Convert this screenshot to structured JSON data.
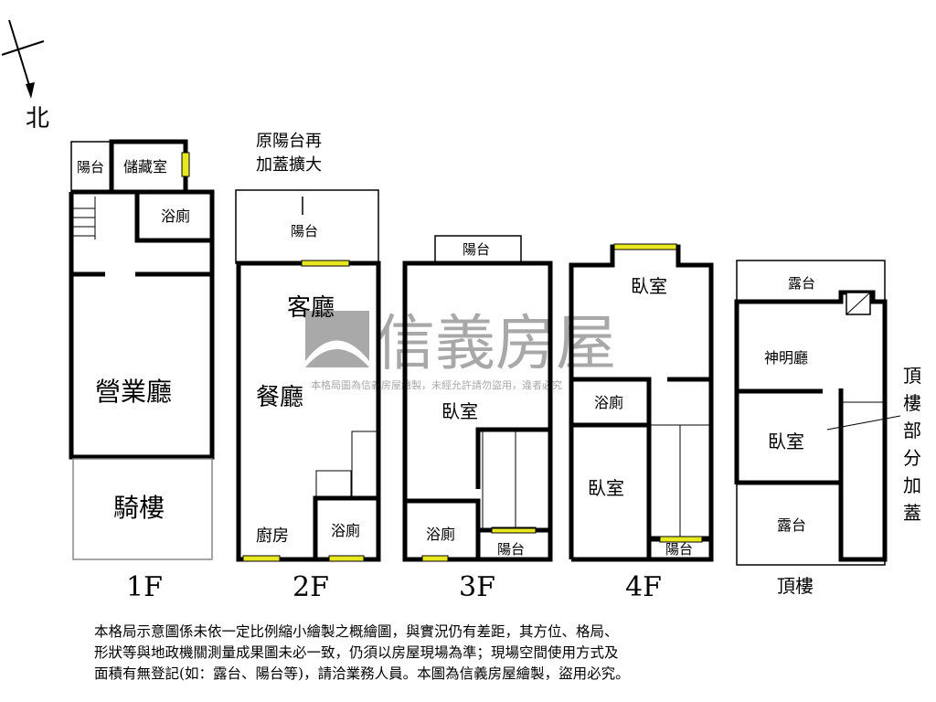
{
  "compass": {
    "north_label": "北"
  },
  "annotation_2f": {
    "line1": "原陽台再",
    "line2": "加蓋擴大"
  },
  "annotation_roof": {
    "chars": [
      "頂",
      "樓",
      "部",
      "分",
      "加",
      "蓋"
    ]
  },
  "floors": [
    {
      "label": "1F",
      "rooms": [
        "陽台",
        "儲藏室",
        "浴廁",
        "營業廳",
        "騎樓"
      ]
    },
    {
      "label": "2F",
      "rooms": [
        "陽台",
        "客廳",
        "餐廳",
        "廚房",
        "浴廁"
      ]
    },
    {
      "label": "3F",
      "rooms": [
        "陽台",
        "臥室",
        "浴廁",
        "陽台"
      ]
    },
    {
      "label": "4F",
      "rooms": [
        "臥室",
        "浴廁",
        "臥室",
        "陽台"
      ]
    },
    {
      "label": "頂樓",
      "rooms": [
        "露台",
        "神明廳",
        "臥室",
        "露台"
      ]
    }
  ],
  "watermark": {
    "brand": "信義房屋",
    "notice": "本格局圖為信義房屋繪製，未經允許請勿盜用，違者必究"
  },
  "colors": {
    "window": "#e8e820",
    "wall": "#000000",
    "watermark": "#9a9a9a"
  },
  "disclaimer": [
    "本格局示意圖係未依一定比例縮小繪製之概繪圖，與實況仍有差距，其方位、格局、",
    "形狀等與地政機關測量成果圖未必一致，仍須以房屋現場為準；現場空間使用方式及",
    "面積有無登記(如：露台、陽台等)，請洽業務人員。本圖為信義房屋繪製，盜用必究。"
  ]
}
